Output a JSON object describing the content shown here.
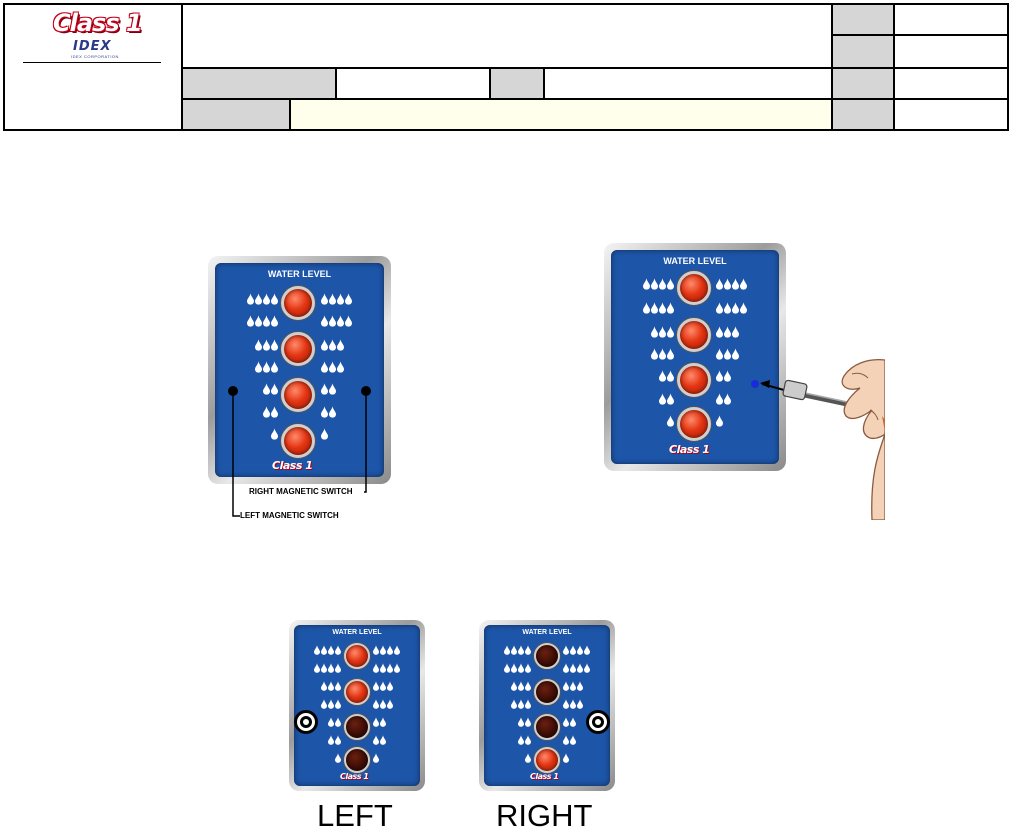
{
  "header": {
    "logo": {
      "brand": "Class 1",
      "parent": "IDEX",
      "parent_sub": "IDEX CORPORATION"
    }
  },
  "figures": {
    "panel_title": "WATER LEVEL",
    "panel_brand": "Class 1",
    "callouts": {
      "right_switch": "RIGHT MAGNETIC SWITCH",
      "left_switch": "LEFT MAGNETIC SWITCH"
    },
    "level_states": {
      "left": {
        "caption": "LEFT",
        "leds_lit_top_to_bottom": [
          true,
          true,
          false,
          false
        ]
      },
      "right": {
        "caption": "RIGHT",
        "leds_lit_top_to_bottom": [
          false,
          false,
          false,
          true
        ]
      }
    }
  },
  "colors": {
    "panel_face": "#1d55a8",
    "led_on": "#e33412",
    "header_gray": "#d6d6d6",
    "header_cream": "#ffffec"
  }
}
